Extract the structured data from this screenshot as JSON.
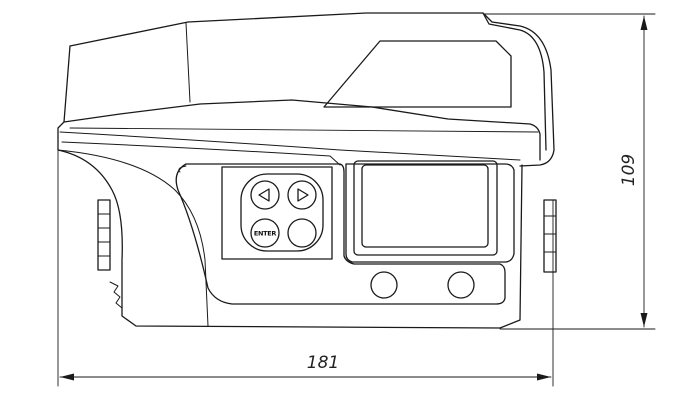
{
  "dimensions": {
    "width": "181",
    "height": "109"
  },
  "keypad": {
    "left_icon": "triangle-left-icon",
    "right_icon": "triangle-right-icon",
    "enter_label": "ENTER"
  },
  "colors": {
    "line": "#1a1a1a",
    "background": "#ffffff"
  }
}
